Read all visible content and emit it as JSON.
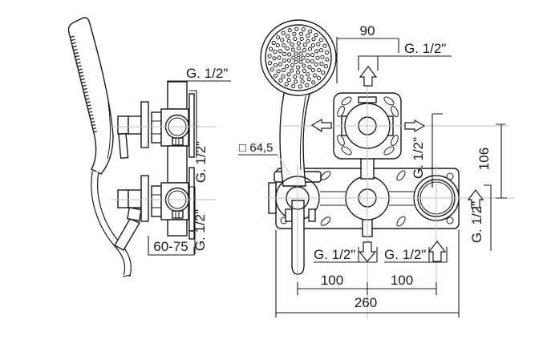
{
  "drawing": {
    "title_semantic": "concealed shower mixer installation dimensions",
    "side_view": {
      "thread_top": "G. 1/2\"",
      "thread_upper": "G. 1/2\"",
      "thread_lower": "G. 1/2\"",
      "depth_range": "60-75"
    },
    "front_view": {
      "dim_width_top": "90",
      "thread_top": "G. 1/2\"",
      "square_size": "□ 64,5",
      "thread_mid": "G. 1/2\"",
      "dim_height": "106",
      "thread_right": "G. 1/2\"",
      "thread_bottom_left": "G. 1/2\"",
      "thread_bottom_right": "G. 1/2\"",
      "dim_spacing_left": "100",
      "dim_spacing_right": "100",
      "dim_total_width": "260"
    },
    "icons": {
      "arrows": [
        "hollow-arrow-up",
        "hollow-arrow-down",
        "hollow-arrow-left",
        "hollow-arrow-right"
      ]
    },
    "colors": {
      "line": "#1a1a1a",
      "centerline": "#bfbfbf",
      "background": "#ffffff"
    }
  }
}
